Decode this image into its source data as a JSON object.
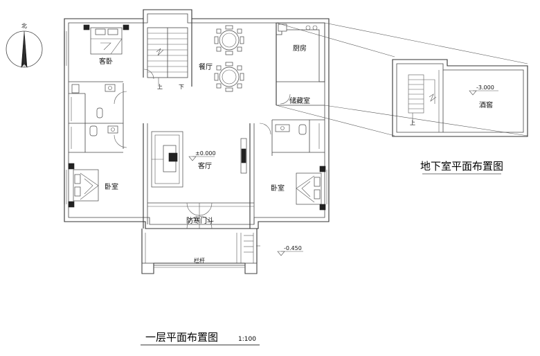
{
  "plan_title": "一层平面布置图",
  "plan_scale": "1:100",
  "basement_title": "地下室平面布置图",
  "north_label": "北",
  "rooms": {
    "guest_bedroom": "客卧",
    "dining": "餐厅",
    "kitchen": "厨房",
    "storage": "储藏室",
    "living": "客厅",
    "bedroom_left": "卧室",
    "bedroom_right": "卧室",
    "vestibule": "防寒门斗",
    "railing": "栏杆",
    "wine_cellar": "酒窖"
  },
  "elevations": {
    "living": "±0.000",
    "exterior": "-0.450",
    "basement": "-3.000"
  },
  "stair_marks": {
    "up": "上",
    "down": "下"
  }
}
